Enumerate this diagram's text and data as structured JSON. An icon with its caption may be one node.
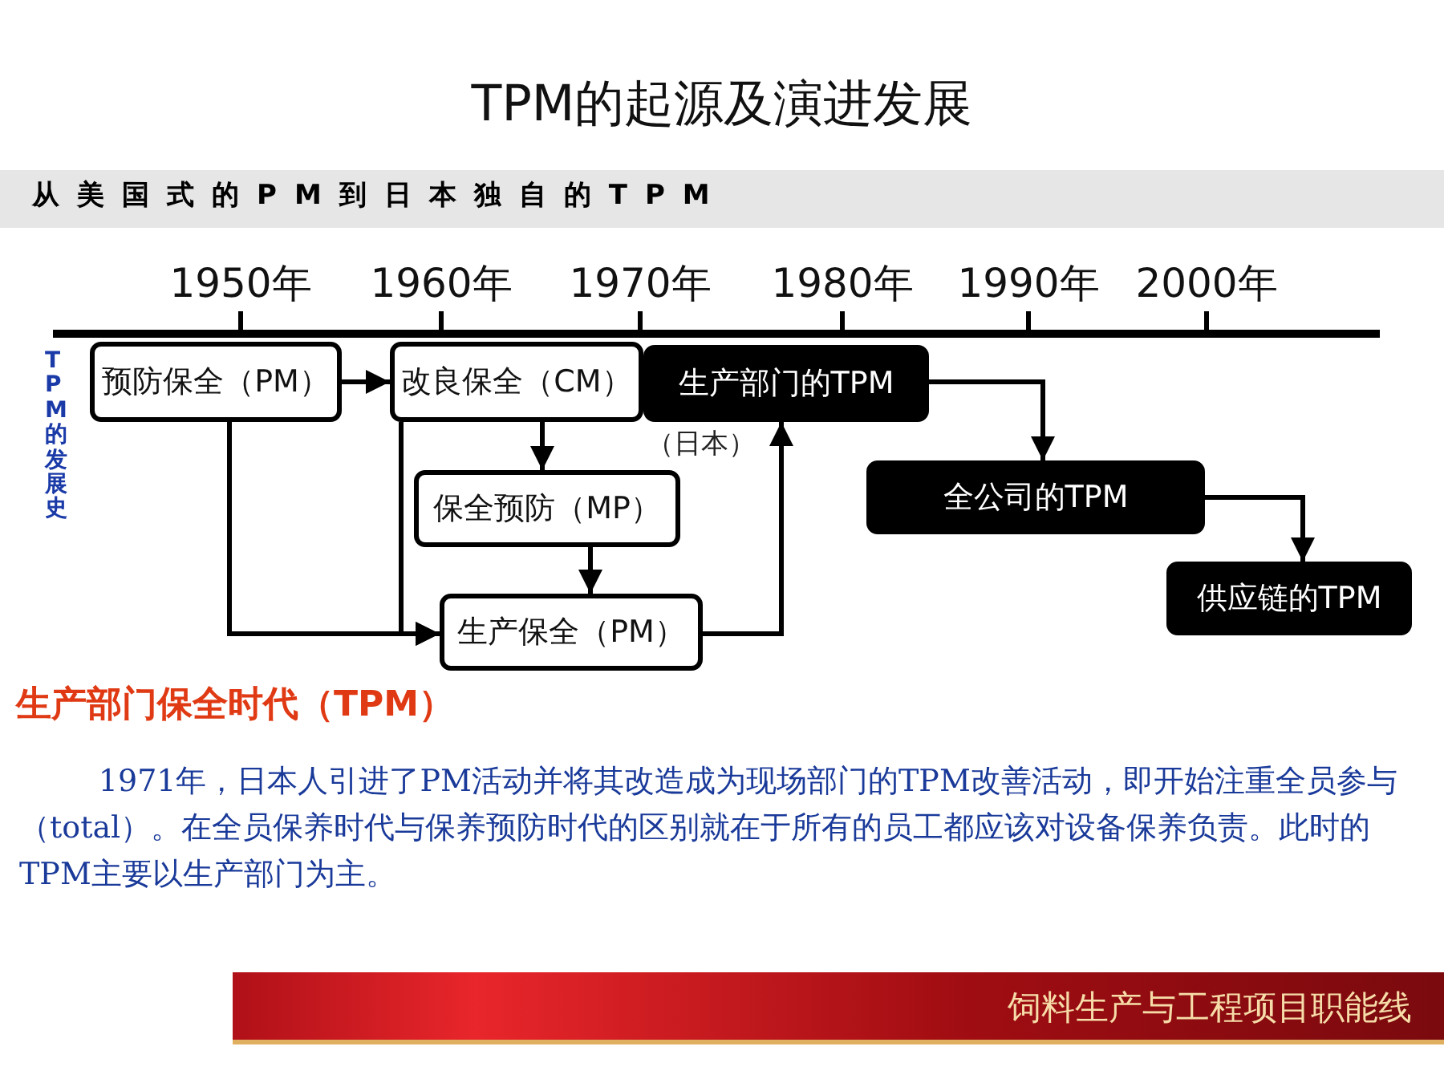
{
  "diagram": {
    "title": "TPM的起源及演进发展",
    "nodes": [
      {
        "text": [
          "预防保全（PM）"
        ]
      },
      {
        "text": [
          "改良保全（CM）"
        ]
      },
      {
        "text": [
          "生产部门的TPM"
        ],
        "beside": [
          "（日本）"
        ]
      },
      {
        "text": [
          "保全预防（MP）"
        ]
      },
      {
        "text": [
          "生产保全（PM）"
        ]
      },
      {
        "text": [
          "全公司的TPM"
        ]
      },
      {
        "text": [
          "供应链的TPM"
        ]
      }
    ],
    "edges": [
      {
        "from": 0,
        "to": 1,
        "arrow": "to"
      },
      {
        "from": 1,
        "to": 3,
        "arrow": "to"
      },
      {
        "from": 3,
        "to": 4,
        "arrow": "to"
      },
      {
        "from": 0,
        "to": 4,
        "arrow": "to"
      },
      {
        "from": 1,
        "to": 4,
        "arrow": "to"
      },
      {
        "from": 4,
        "to": 2,
        "arrow": "to"
      },
      {
        "from": 2,
        "to": 5,
        "arrow": "to"
      },
      {
        "from": 5,
        "to": 6,
        "arrow": "to"
      }
    ],
    "labels": [
      "从美国式的PM到日本独自的TPM",
      "1950年",
      "1960年",
      "1970年",
      "1980年",
      "1990年",
      "2000年",
      "TPM的发展史",
      "生产部门保全时代（TPM）",
      "1971年，日本人引进了PM活动并将其改造成为现场部门的TPM改善活动，即开始注重全员参与（total）。在全员保养时代与保养预防时代的区别就在于所有的员工都应该对设备保养负责。此时的TPM主要以生产部门为主。",
      "饲料生产与工程项目职能线"
    ]
  }
}
